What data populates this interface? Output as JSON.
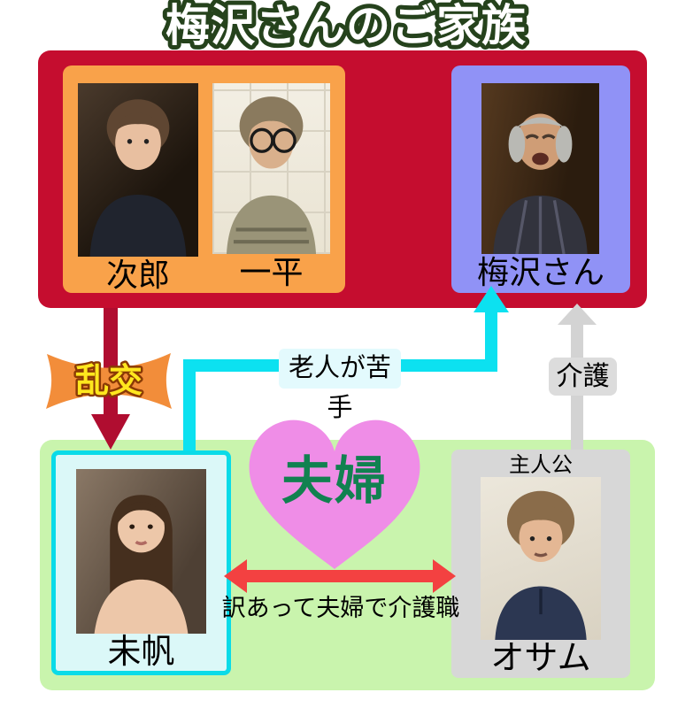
{
  "title": "梅沢さんのご家族",
  "people": {
    "jiro": {
      "name": "次郎"
    },
    "ippei": {
      "name": "一平"
    },
    "umezawa": {
      "name": "梅沢さん"
    },
    "miho": {
      "name": "未帆"
    },
    "osamu": {
      "name": "オサム",
      "tag": "主人公"
    }
  },
  "relations": {
    "orgy": "乱交",
    "dislikes_elderly": "老人が苦手",
    "caregiving": "介護",
    "married_couple": "夫婦",
    "caption": "訳あって夫婦で介護職"
  },
  "colors": {
    "family_panel_red": "#c50d2f",
    "brothers_panel_orange": "#f9a24a",
    "umezawa_panel_purple": "#9092f6",
    "household_panel_green": "#c9f4ad",
    "miho_panel_cyan": "#0adbe8",
    "osamu_panel_gray": "#d7d7d7",
    "heart_pink": "#ef8de7",
    "couple_text_green": "#118150",
    "orgy_arrow_crimson": "#b00d30",
    "orgy_banner_orange": "#f28d3a",
    "orgy_text_yellow": "#ffe71e",
    "dislikes_arrow_cyan": "#0ce1f0",
    "caregiving_arrow_gray": "#d3d3d3",
    "couple_arrow_red": "#f34141",
    "title_fill": "#ffffff",
    "title_outline_green": "#25421c"
  }
}
